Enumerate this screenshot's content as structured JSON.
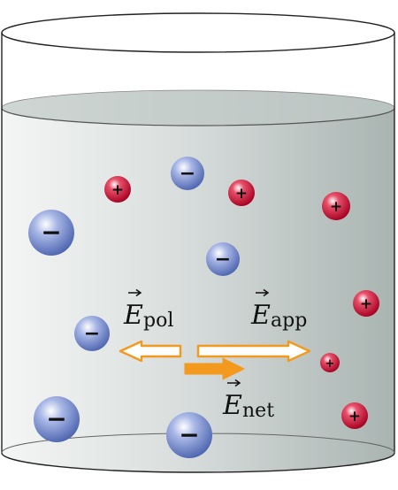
{
  "labels": {
    "e_pol": {
      "symbol": "E",
      "sub": "pol"
    },
    "e_app": {
      "symbol": "E",
      "sub": "app"
    },
    "e_net": {
      "symbol": "E",
      "sub": "net"
    }
  },
  "ion_glyphs": {
    "positive": "+",
    "negative": "−"
  },
  "colors": {
    "positive_ion": "#c8102e",
    "negative_ion": "#6d83c8",
    "field_arrow": "#f39a1e",
    "liquid": "#c9d0ce"
  },
  "ions": [
    {
      "sign": "positive",
      "count_label": "ion-1"
    },
    {
      "sign": "negative",
      "count_label": "ion-2"
    },
    {
      "sign": "positive",
      "count_label": "ion-3"
    },
    {
      "sign": "positive",
      "count_label": "ion-4"
    },
    {
      "sign": "negative",
      "count_label": "ion-5"
    },
    {
      "sign": "negative",
      "count_label": "ion-6"
    },
    {
      "sign": "positive",
      "count_label": "ion-7"
    },
    {
      "sign": "negative",
      "count_label": "ion-8"
    },
    {
      "sign": "positive",
      "count_label": "ion-9"
    },
    {
      "sign": "negative",
      "count_label": "ion-10"
    },
    {
      "sign": "positive",
      "count_label": "ion-11"
    },
    {
      "sign": "negative",
      "count_label": "ion-12"
    }
  ]
}
